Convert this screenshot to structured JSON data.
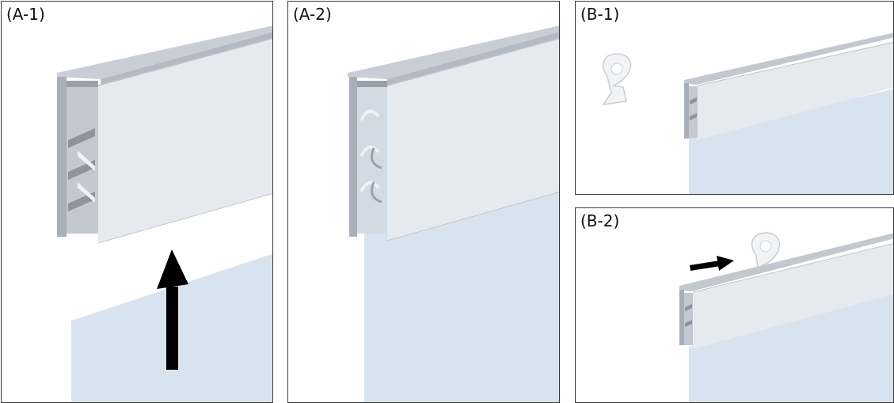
{
  "panels": {
    "a1": {
      "label": "(A-1)"
    },
    "a2": {
      "label": "(A-2)"
    },
    "b1": {
      "label": "(B-1)"
    },
    "b2": {
      "label": "(B-2)"
    }
  },
  "colors": {
    "profile_face": "#e6e9ee",
    "profile_edge": "#b9bec6",
    "profile_dark": "#8e949c",
    "panel_sheet": "#d7e3ef",
    "arrow": "#000000",
    "border": "#3a3a3a"
  },
  "icons": [
    "up-arrow-icon",
    "right-arrow-icon",
    "hook-icon"
  ]
}
